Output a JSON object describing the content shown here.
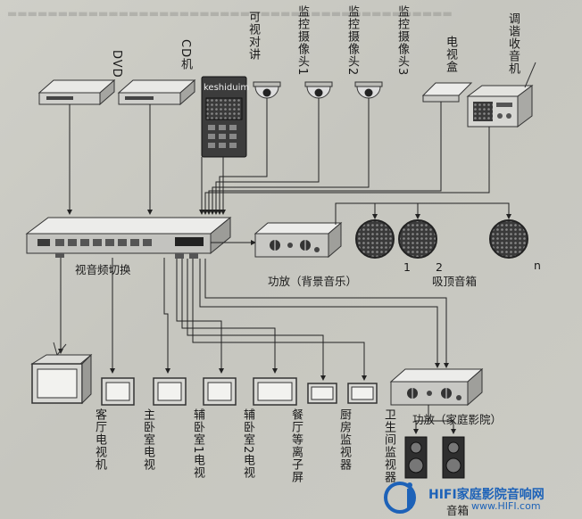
{
  "devices": {
    "dvd": "DVD",
    "cd": "CD机",
    "intercom": "可视对讲",
    "intercom_brand": "keshiduim",
    "camera1": "监控摄像头1",
    "camera2": "监控摄像头2",
    "camera3": "监控摄像头3",
    "tvbox": "电视盒",
    "tuner": "调谐收音机"
  },
  "switcher": "视音频切换",
  "amp_bg": "功放（背景音乐）",
  "ceiling_speakers": {
    "label": "吸顶音箱",
    "index_first": "1",
    "index_second": "2",
    "index_last": "n"
  },
  "displays": [
    {
      "id": "living",
      "label": "客厅电视机"
    },
    {
      "id": "master",
      "label": "主卧室电视"
    },
    {
      "id": "sec1",
      "label": "辅卧室1电视"
    },
    {
      "id": "sec2",
      "label": "辅卧室2电视"
    },
    {
      "id": "dining",
      "label": "餐厅等离子屏"
    },
    {
      "id": "kitchen",
      "label": "厨房监视器"
    },
    {
      "id": "bath",
      "label": "卫生间监视器"
    }
  ],
  "amp_ht": "功放（家庭影院）",
  "speakers": "音箱",
  "watermark": {
    "brand": "HIFI家庭影院音响网",
    "url": "www.HIFI.com"
  }
}
